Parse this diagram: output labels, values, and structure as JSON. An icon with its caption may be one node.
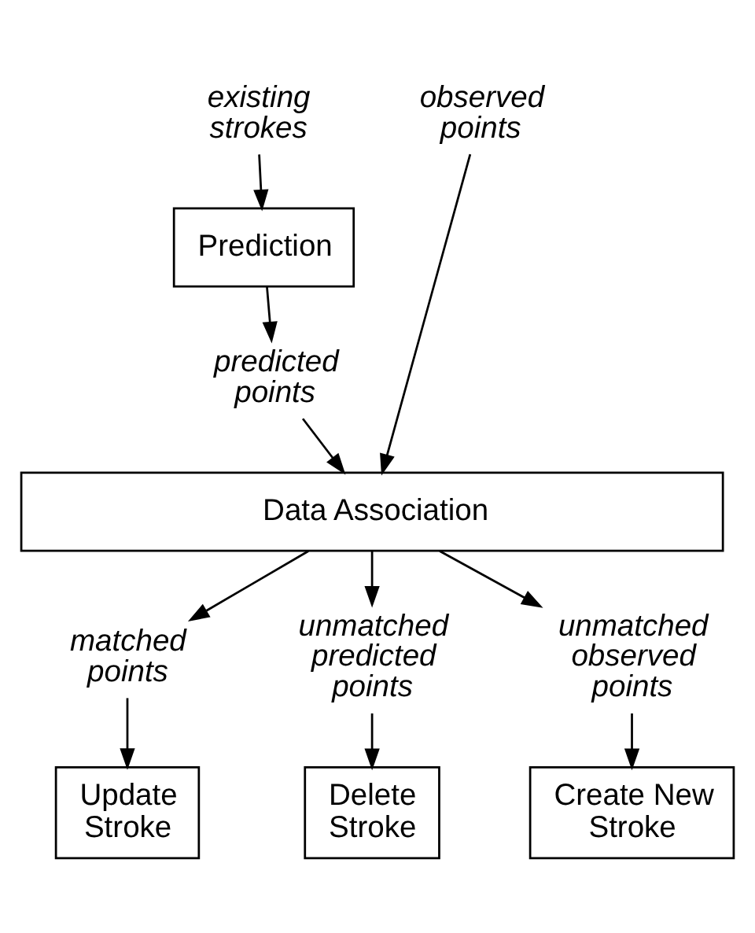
{
  "diagram": {
    "nodes": [
      {
        "text": [
          "existing strokes"
        ]
      },
      {
        "text": [
          "Prediction"
        ]
      },
      {
        "text": [
          "predicted points"
        ]
      },
      {
        "text": [
          "observed points"
        ]
      },
      {
        "text": [
          "Data Association"
        ]
      },
      {
        "text": [
          "matched points"
        ]
      },
      {
        "text": [
          "unmatched predicted points"
        ]
      },
      {
        "text": [
          "unmatched observed points"
        ]
      },
      {
        "text": [
          "Update Stroke"
        ]
      },
      {
        "text": [
          "Delete Stroke"
        ]
      },
      {
        "text": [
          "Create New Stroke"
        ]
      }
    ],
    "edges": [
      {
        "from": 0,
        "to": 1,
        "arrow": "to"
      },
      {
        "from": 1,
        "to": 2,
        "arrow": "to"
      },
      {
        "from": 2,
        "to": 4,
        "arrow": "to"
      },
      {
        "from": 3,
        "to": 4,
        "arrow": "to"
      },
      {
        "from": 4,
        "to": 5,
        "arrow": "to"
      },
      {
        "from": 4,
        "to": 6,
        "arrow": "to"
      },
      {
        "from": 4,
        "to": 7,
        "arrow": "to"
      },
      {
        "from": 5,
        "to": 8,
        "arrow": "to"
      },
      {
        "from": 6,
        "to": 9,
        "arrow": "to"
      },
      {
        "from": 7,
        "to": 10,
        "arrow": "to"
      }
    ]
  }
}
